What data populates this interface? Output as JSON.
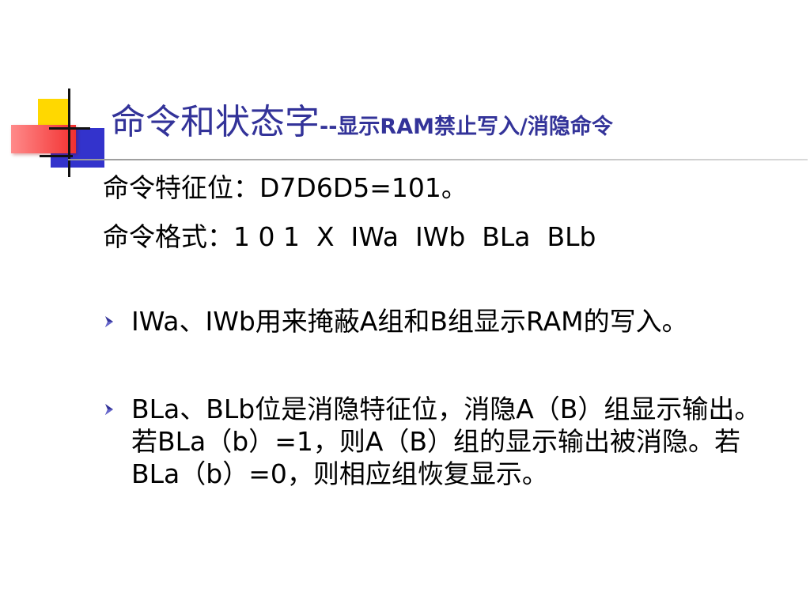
{
  "title": {
    "main": "命令和状态字",
    "sub": "--显示RAM禁止写入/消隐命令"
  },
  "lines": {
    "feature_bits": "命令特征位：D7D6D5=101。",
    "format": "命令格式：1 0 1  X  IWa  IWb  BLa  BLb"
  },
  "bullets": [
    {
      "text": "IWa、IWb用来掩蔽A组和B组显示RAM的写入。"
    },
    {
      "text": "BLa、BLb位是消隐特征位，消隐A（B）组显示输出。若BLa（b）=1，则A（B）组的显示输出被消隐。若BLa（b）=0，则相应组恢复显示。"
    }
  ],
  "colors": {
    "title": "#333399",
    "accent_yellow": "#FFD800",
    "accent_blue": "#3333CC",
    "accent_red": "#F23030",
    "bullet_arrow": "#333399"
  },
  "icons": {
    "bullet": "chevron-right-icon"
  }
}
